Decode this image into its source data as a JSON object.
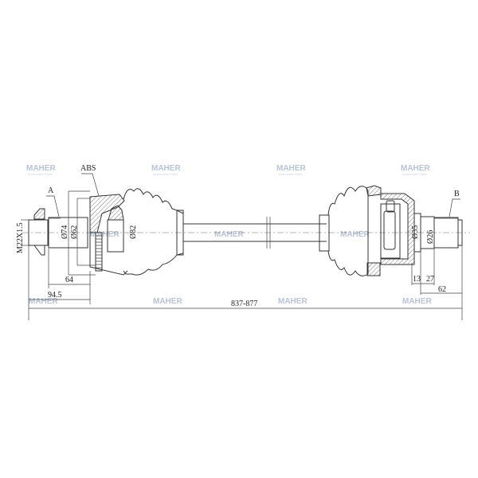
{
  "watermark": {
    "brand": "MAHER",
    "tagline": "Automotive Parts",
    "color": "#b8c3d6"
  },
  "labels": {
    "abs": "ABS",
    "a": "A",
    "b": "B",
    "thread": "M22X1.5"
  },
  "dimensions": {
    "outer_d74": "Ø74",
    "outer_d62": "Ø62",
    "boot_d82": "Ø82",
    "inner_d35": "Ø35",
    "inner_d26": "Ø26",
    "len_64": "64",
    "len_94_5": "94.5",
    "total_length": "837-877",
    "len_13": "13",
    "len_27": "27",
    "len_62": "62"
  }
}
